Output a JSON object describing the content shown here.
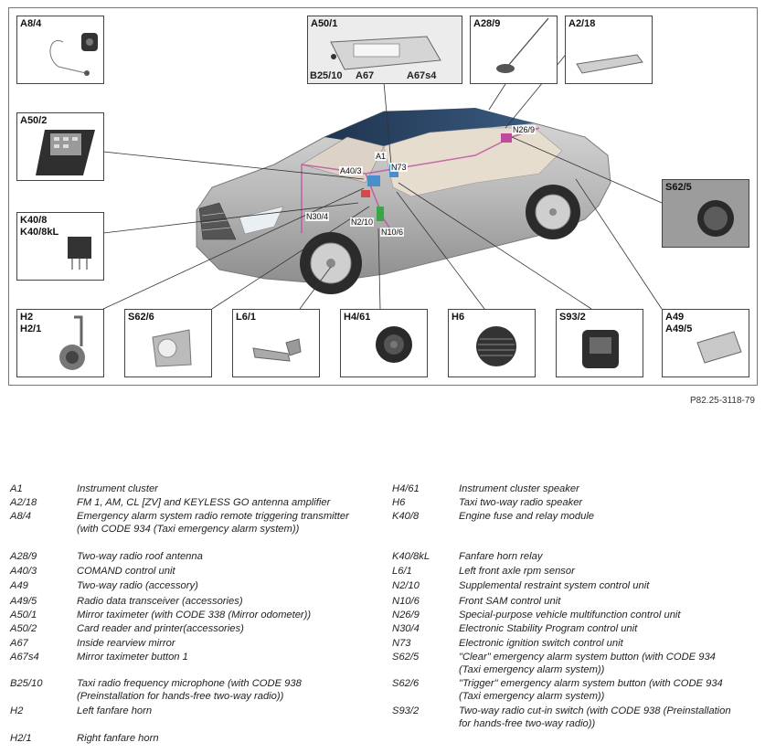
{
  "figure_ref": "P82.25-3118-79",
  "boxes": [
    {
      "id": "A8/4",
      "label": "A8/4"
    },
    {
      "id": "A50/1",
      "label": "A50/1"
    },
    {
      "id": "A28/9",
      "label": "A28/9"
    },
    {
      "id": "A2/18",
      "label": "A2/18"
    },
    {
      "id": "A50/2",
      "label": "A50/2"
    },
    {
      "id": "S62/5",
      "label": "S62/5"
    },
    {
      "id": "K40/8",
      "label": "K40/8\nK40/8kL"
    },
    {
      "id": "H2",
      "label": "H2\nH2/1"
    },
    {
      "id": "S62/6",
      "label": "S62/6"
    },
    {
      "id": "L6/1",
      "label": "L6/1"
    },
    {
      "id": "H4/61",
      "label": "H4/61"
    },
    {
      "id": "H6",
      "label": "H6"
    },
    {
      "id": "S93/2",
      "label": "S93/2"
    },
    {
      "id": "A49",
      "label": "A49\nA49/5"
    }
  ],
  "mirror_labels": [
    "B25/10",
    "A67",
    "A67s4"
  ],
  "car_callouts": [
    "N26/9",
    "A1",
    "N73",
    "A40/3",
    "N30/4",
    "N2/10",
    "N10/6"
  ],
  "legend_left": [
    {
      "code": "A1",
      "desc": "Instrument cluster"
    },
    {
      "code": "A2/18",
      "desc": "FM 1, AM, CL [ZV] and KEYLESS GO antenna amplifier"
    },
    {
      "code": "A8/4",
      "desc": "Emergency alarm system radio remote triggering transmitter (with CODE 934 (Taxi emergency alarm system))"
    },
    {
      "code": "A28/9",
      "desc": "Two-way radio roof antenna"
    },
    {
      "code": "A40/3",
      "desc": "COMAND control unit"
    },
    {
      "code": "A49",
      "desc": "Two-way radio (accessory)"
    },
    {
      "code": "A49/5",
      "desc": "Radio data transceiver (accessories)"
    },
    {
      "code": "A50/1",
      "desc": "Mirror taximeter (with CODE 338 (Mirror odometer))"
    },
    {
      "code": "A50/2",
      "desc": "Card reader and printer(accessories)"
    },
    {
      "code": "A67",
      "desc": "Inside rearview mirror"
    },
    {
      "code": "A67s4",
      "desc": "Mirror taximeter button 1"
    },
    {
      "code": "B25/10",
      "desc": "Taxi radio frequency microphone (with CODE 938 (Preinstallation for hands-free two-way radio))"
    },
    {
      "code": "H2",
      "desc": "Left fanfare horn"
    },
    {
      "code": "H2/1",
      "desc": "Right fanfare horn"
    }
  ],
  "legend_right": [
    {
      "code": "H4/61",
      "desc": "Instrument cluster speaker"
    },
    {
      "code": "H6",
      "desc": "Taxi two-way radio speaker"
    },
    {
      "code": "K40/8",
      "desc": "Engine fuse and relay module"
    },
    {
      "code": "K40/8kL",
      "desc": "Fanfare horn relay"
    },
    {
      "code": "L6/1",
      "desc": "Left front axle rpm sensor"
    },
    {
      "code": "N2/10",
      "desc": "Supplemental restraint system control unit"
    },
    {
      "code": "N10/6",
      "desc": "Front SAM control unit"
    },
    {
      "code": "N26/9",
      "desc": "Special-purpose vehicle multifunction control unit"
    },
    {
      "code": "N30/4",
      "desc": "Electronic Stability Program control unit"
    },
    {
      "code": "N73",
      "desc": "Electronic ignition switch control unit"
    },
    {
      "code": "S62/5",
      "desc": "\"Clear\" emergency alarm system button (with CODE 934 (Taxi emergency alarm system))"
    },
    {
      "code": "S62/6",
      "desc": "\"Trigger\" emergency alarm system button (with CODE 934 (Taxi emergency alarm system))"
    },
    {
      "code": "S93/2",
      "desc": "Two-way radio cut-in switch (with CODE 938 (Preinstallation for hands-free two-way radio))"
    }
  ]
}
